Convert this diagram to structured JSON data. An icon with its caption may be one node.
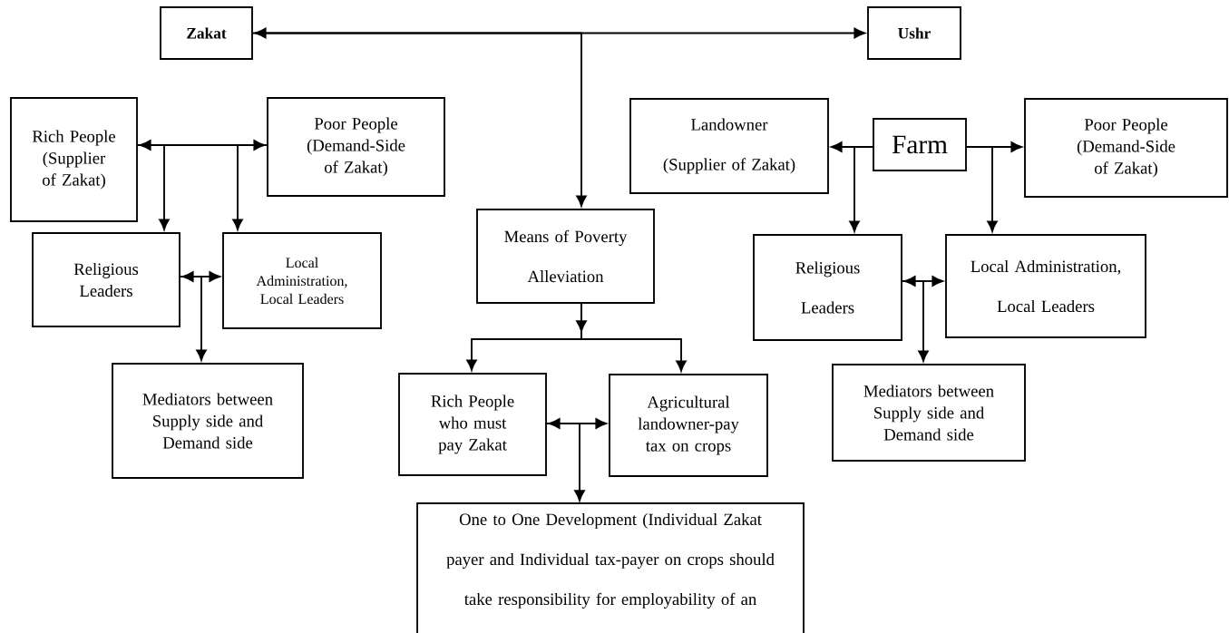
{
  "diagram": {
    "nodes": [
      {
        "text": [
          "Zakat"
        ]
      },
      {
        "text": [
          "Ushr"
        ]
      },
      {
        "text": [
          "Rich People (Supplier of Zakat)"
        ]
      },
      {
        "text": [
          "Poor People (Demand-Side of Zakat)"
        ]
      },
      {
        "text": [
          "Means of Poverty Alleviation"
        ]
      },
      {
        "text": [
          "Landowner (Supplier of Zakat)"
        ]
      },
      {
        "text": [
          "Farm"
        ]
      },
      {
        "text": [
          "Poor People (Demand-Side of Zakat)"
        ]
      },
      {
        "text": [
          "Religious Leaders"
        ]
      },
      {
        "text": [
          "Local Administration, Local Leaders"
        ]
      },
      {
        "text": [
          "Religious Leaders"
        ]
      },
      {
        "text": [
          "Local Administration, Local Leaders"
        ]
      },
      {
        "text": [
          "Mediators between Supply side and Demand side"
        ]
      },
      {
        "text": [
          "Rich People who must pay Zakat"
        ]
      },
      {
        "text": [
          "Agricultural landowner-pay tax on crops"
        ]
      },
      {
        "text": [
          "Mediators between Supply side and Demand side"
        ]
      },
      {
        "text": [
          "One to One Development (Individual Zakat payer and Individual tax-payer on crops should take responsibility for employability of an"
        ]
      }
    ],
    "edges": [
      {
        "from": 0,
        "to": 1,
        "arrow": "both"
      },
      {
        "from": 0,
        "to": 4,
        "arrow": "to"
      },
      {
        "from": 2,
        "to": 3,
        "arrow": "both"
      },
      {
        "from": 2,
        "to": 8,
        "arrow": "to"
      },
      {
        "from": 3,
        "to": 9,
        "arrow": "to"
      },
      {
        "from": 8,
        "to": 9,
        "arrow": "both"
      },
      {
        "from": 8,
        "to": 12,
        "arrow": "to"
      },
      {
        "from": 4,
        "to": 13,
        "arrow": "to"
      },
      {
        "from": 4,
        "to": 14,
        "arrow": "to"
      },
      {
        "from": 13,
        "to": 14,
        "arrow": "both"
      },
      {
        "from": 13,
        "to": 16,
        "arrow": "to"
      },
      {
        "from": 6,
        "to": 5,
        "arrow": "to"
      },
      {
        "from": 6,
        "to": 7,
        "arrow": "to"
      },
      {
        "from": 6,
        "to": 10,
        "arrow": "to"
      },
      {
        "from": 6,
        "to": 11,
        "arrow": "to"
      },
      {
        "from": 10,
        "to": 11,
        "arrow": "both"
      },
      {
        "from": 10,
        "to": 15,
        "arrow": "to"
      }
    ]
  }
}
